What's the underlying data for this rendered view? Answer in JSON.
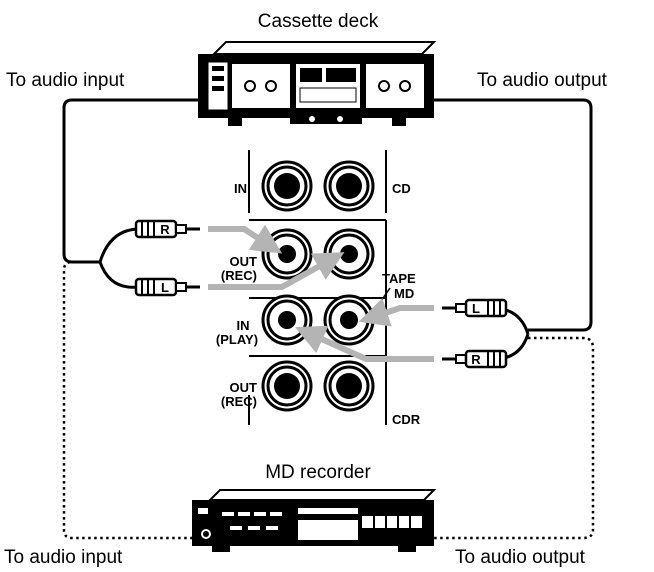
{
  "devices": {
    "cassette_deck": "Cassette deck",
    "md_recorder": "MD recorder"
  },
  "connections": {
    "top_left": "To audio input",
    "top_right": "To audio output",
    "bottom_left": "To audio input",
    "bottom_right": "To audio output"
  },
  "jack_panel": {
    "in": "IN",
    "cd": "CD",
    "out_rec_upper_1": "OUT",
    "out_rec_upper_2": "(REC)",
    "tape_md_1": "TAPE",
    "tape_md_2": "MD",
    "in_play_1": "IN",
    "in_play_2": "(PLAY)",
    "out_rec_lower_1": "OUT",
    "out_rec_lower_2": "(REC)",
    "cdr": "CDR"
  },
  "plugs": {
    "left_upper": "R",
    "left_lower": "L",
    "right_upper": "L",
    "right_lower": "R"
  },
  "colors": {
    "arrow_gray": "#b4b4b4",
    "line_black": "#000000"
  }
}
